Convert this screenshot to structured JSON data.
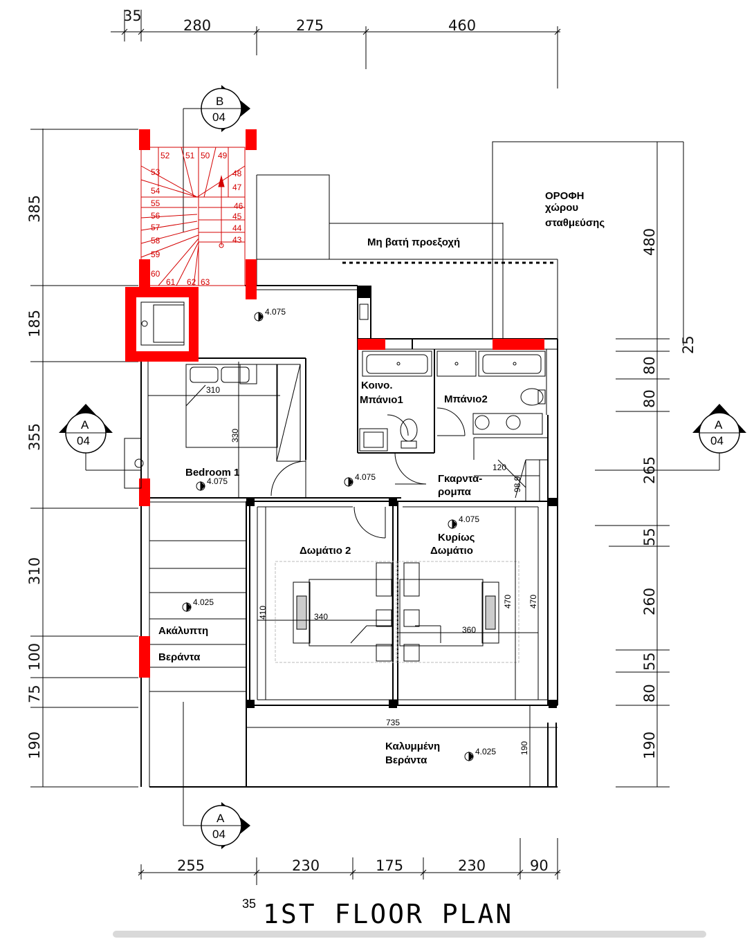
{
  "title": "1ST FLOOR PLAN",
  "title_prefix": "35",
  "colors": {
    "structure": "#ff0000",
    "line": "#000000"
  },
  "dimensions": {
    "top": [
      "35",
      "280",
      "275",
      "460"
    ],
    "bottom": [
      "255",
      "230",
      "175",
      "230",
      "90"
    ],
    "bottom_prefix": "35",
    "left": [
      "385",
      "185",
      "355",
      "310",
      "100",
      "75",
      "190"
    ],
    "right": [
      "480",
      "25",
      "80",
      "80",
      "265",
      "55",
      "260",
      "55",
      "80",
      "190"
    ]
  },
  "section_markers": [
    {
      "id": "B",
      "sheet": "04"
    },
    {
      "id": "A",
      "sheet": "04"
    },
    {
      "id": "A",
      "sheet": "04"
    },
    {
      "id": "A",
      "sheet": "04"
    }
  ],
  "rooms": {
    "bedroom1": "Bedroom 1",
    "bath_common_1": "Κοινο.",
    "bath_common_2": "Μπάνιο1",
    "bath2": "Μπάνιο2",
    "wardrobe_1": "Γκαρντα-",
    "wardrobe_2": "ρομπα",
    "room2": "Δωμάτιο 2",
    "master_1": "Κυρίως",
    "master_2": "Δωμάτιο",
    "open_veranda_1": "Ακάλυπτη",
    "open_veranda_2": "Βεράντα",
    "covered_veranda_1": "Καλυμμένη",
    "covered_veranda_2": "Βεράντα",
    "projection": "Μη βατή προεξοχή",
    "roof_1": "ΟΡΟΦΗ",
    "roof_2": "χώρου",
    "roof_3": "σταθμεύσης"
  },
  "levels": [
    "4.075",
    "4.075",
    "4.075",
    "4.075",
    "4.025",
    "4.025"
  ],
  "interior_dims": {
    "bed1_w": "310",
    "bed1_h": "330",
    "room2_w": "340",
    "room2_h": "410",
    "master_w": "360",
    "master_h1": "470",
    "master_h2": "470",
    "wardrobe_w": "120",
    "wardrobe_h": "98.9",
    "veranda_w": "735",
    "veranda_h": "190"
  },
  "stair_steps": [
    "52",
    "51",
    "50",
    "49",
    "53",
    "48",
    "47",
    "54",
    "55",
    "46",
    "56",
    "45",
    "57",
    "44",
    "58",
    "43",
    "59",
    "60",
    "61",
    "62",
    "63"
  ]
}
